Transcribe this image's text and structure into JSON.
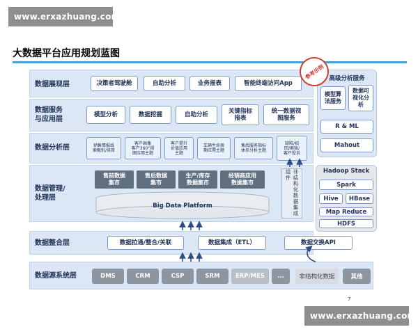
{
  "watermark": {
    "top": "www.erxazhuang.com",
    "bottom": "www.erxazhuang.com"
  },
  "title": "大数据平台应用规划蓝图",
  "stamp": "参考示例",
  "page_number": "7",
  "layers": {
    "presentation": {
      "label": "数据展现层",
      "items": [
        "决策者驾驶舱",
        "自助分析",
        "业务报表",
        "智能终端访问App"
      ]
    },
    "service": {
      "label_line1": "数据服务",
      "label_line2": "与应用层",
      "items": [
        "模型分析",
        "数据挖掘",
        "自助分析",
        "关键指标\n报表",
        "统一数据视\n图服务"
      ]
    },
    "analysis": {
      "label": "数据分析层",
      "items": [
        "销售情报线\n索甄别/培育",
        "客户画像\n客户360°视\n图应用主题",
        "客户提升\n价值应用\n主题",
        "车辆生命周\n期应用主题",
        "售后服务指标\n体系分析主题",
        "缺陷/招\n回/索赔/\n客户投诉"
      ]
    },
    "management": {
      "label_line1": "数据管理/",
      "label_line2": "处理层",
      "marts": [
        "售前数据\n集市",
        "售后数据\n集市",
        "生产/库存\n数据集市",
        "经销商应用\n数据集市"
      ],
      "platform": "Big Data Platform",
      "unstructured": "非结构化数据集成组件"
    },
    "integration": {
      "label": "数据整合层",
      "items": [
        "数据拉通/整合/关联",
        "数据集成（ETL）",
        "数据交换API"
      ]
    },
    "source": {
      "label": "数据源系统层",
      "items": [
        "DMS",
        "CRM",
        "CSP",
        "SRM",
        "ERP/MES",
        "...",
        "非结构化数据",
        "其他"
      ]
    }
  },
  "advanced_analytics": {
    "title": "高级分析服务",
    "items": [
      "模型算\n法服务",
      "数据可\n视化分\n析"
    ],
    "rml": "R & ML",
    "mahout": "Mahout"
  },
  "hadoop_stack": {
    "title": "Hadoop Stack",
    "spark": "Spark",
    "hive": "Hive",
    "hbase": "HBase",
    "mapreduce": "Map Reduce",
    "hdfs": "HDFS"
  },
  "colors": {
    "layer_bg": "#dbe7f4",
    "box_border": "#7e9cc6",
    "dark_box": "#5f6f80",
    "stamp": "#d13a2e",
    "rule": "#4aa0d8"
  }
}
